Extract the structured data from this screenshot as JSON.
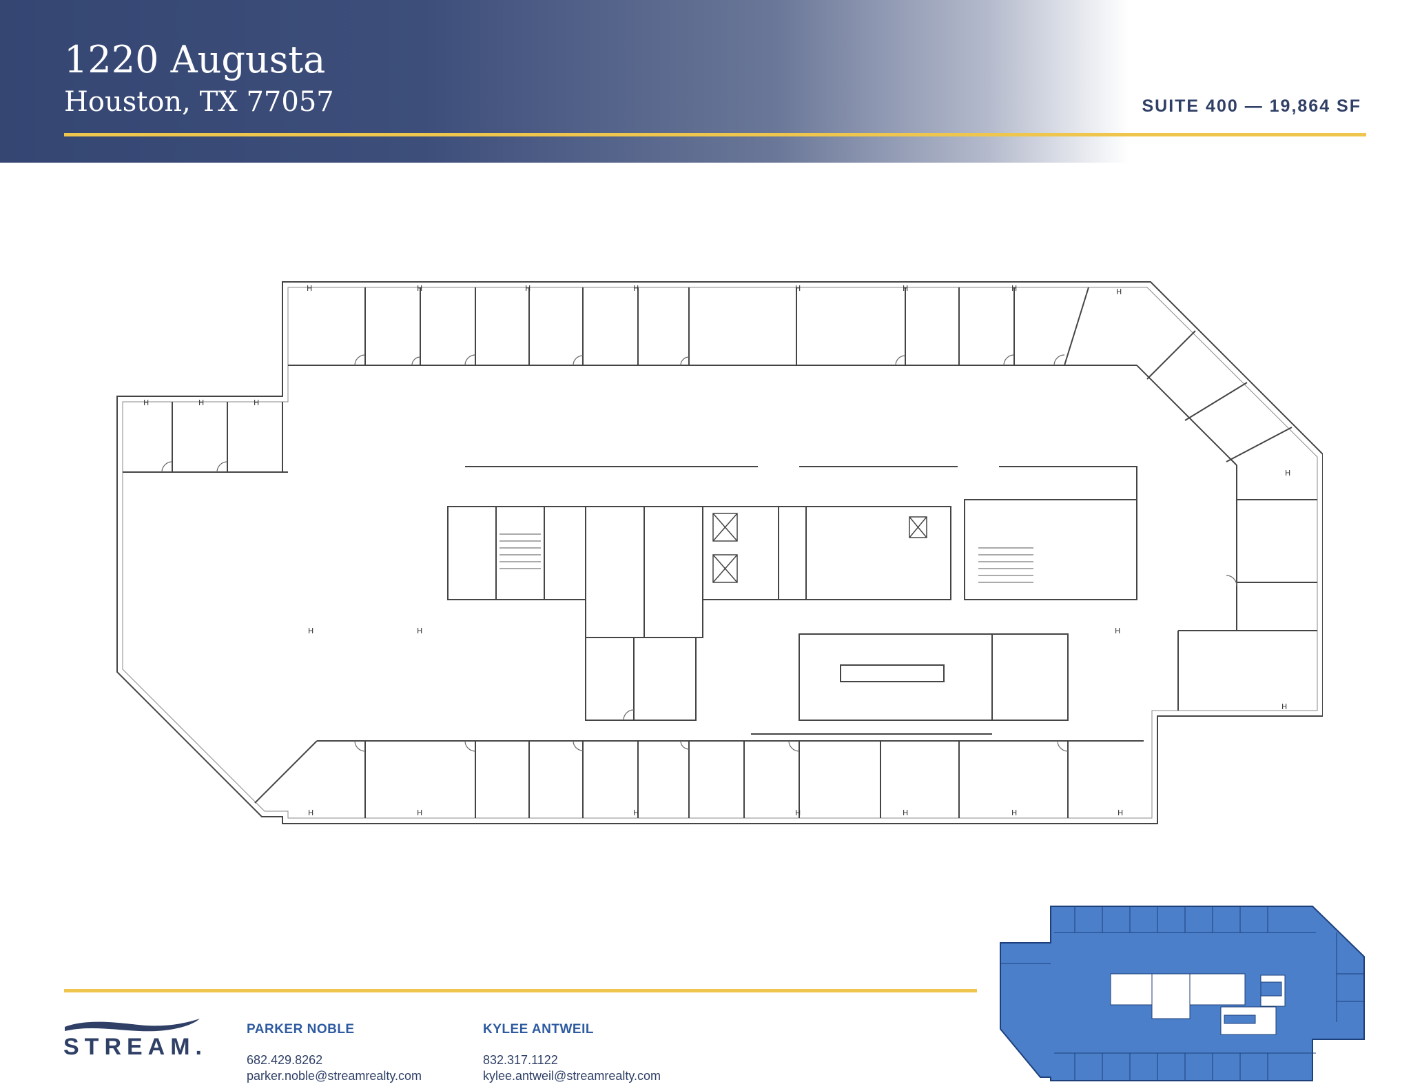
{
  "header": {
    "title": "1220 Augusta",
    "address": "Houston, TX 77057",
    "suite_info": "SUITE 400 — 19,864 SF"
  },
  "logo": {
    "text": "STREAM."
  },
  "contacts": [
    {
      "name": "PARKER NOBLE",
      "phone": "682.429.8262",
      "email": "parker.noble@streamrealty.com"
    },
    {
      "name": "KYLEE ANTWEIL",
      "phone": "832.317.1122",
      "email": "kylee.antweil@streamrealty.com"
    }
  ],
  "colors": {
    "navy": "#354673",
    "gold": "#efc64d",
    "keyplan_blue": "#4b7fca"
  }
}
